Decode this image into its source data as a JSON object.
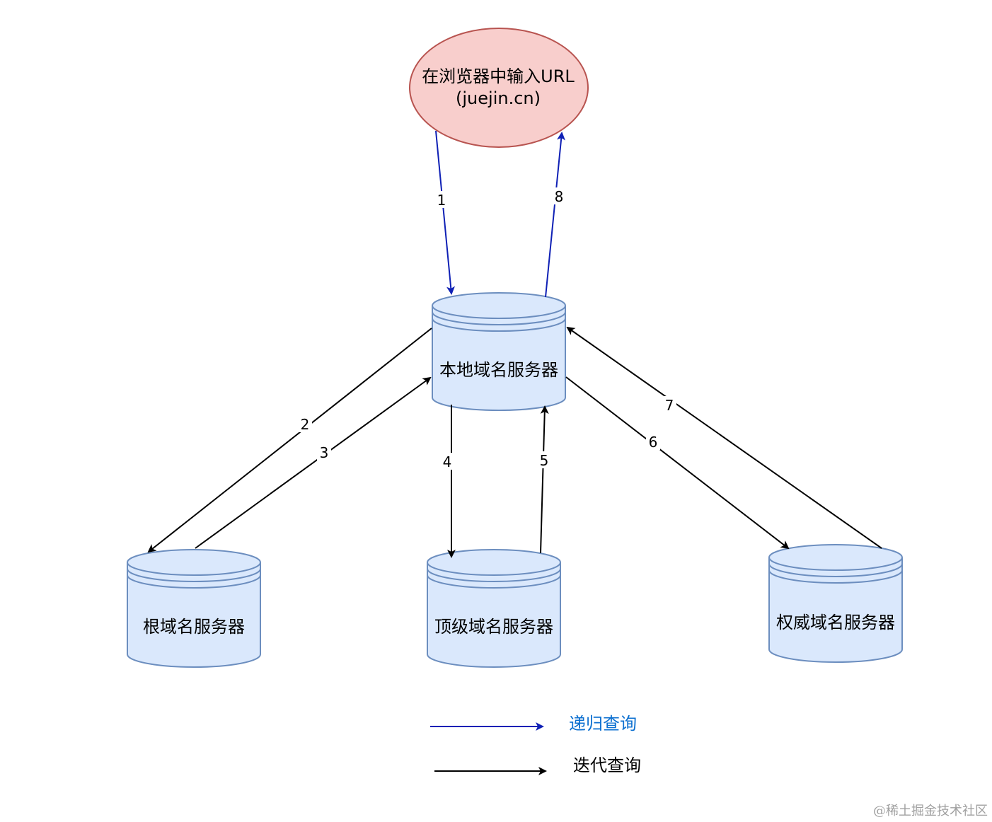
{
  "nodes": {
    "browser": {
      "line1": "在浏览器中输入URL",
      "line2": "(juejin.cn)"
    },
    "local_dns": {
      "label": "本地域名服务器"
    },
    "root_dns": {
      "label": "根域名服务器"
    },
    "tld_dns": {
      "label": "顶级域名服务器"
    },
    "auth_dns": {
      "label": "权威域名服务器"
    }
  },
  "edges": {
    "e1": "1",
    "e2": "2",
    "e3": "3",
    "e4": "4",
    "e5": "5",
    "e6": "6",
    "e7": "7",
    "e8": "8"
  },
  "legend": {
    "recursive": "递归查询",
    "iterative": "迭代查询"
  },
  "colors": {
    "recursive_arrow": "#0f20b5",
    "iterative_arrow": "#000000",
    "recursive_text": "#0b6fd0",
    "ellipse_fill": "#f8cecc",
    "ellipse_stroke": "#b85450",
    "cylinder_fill": "#dae8fc",
    "cylinder_stroke": "#6c8ebf"
  },
  "watermark": "@稀土掘金技术社区"
}
